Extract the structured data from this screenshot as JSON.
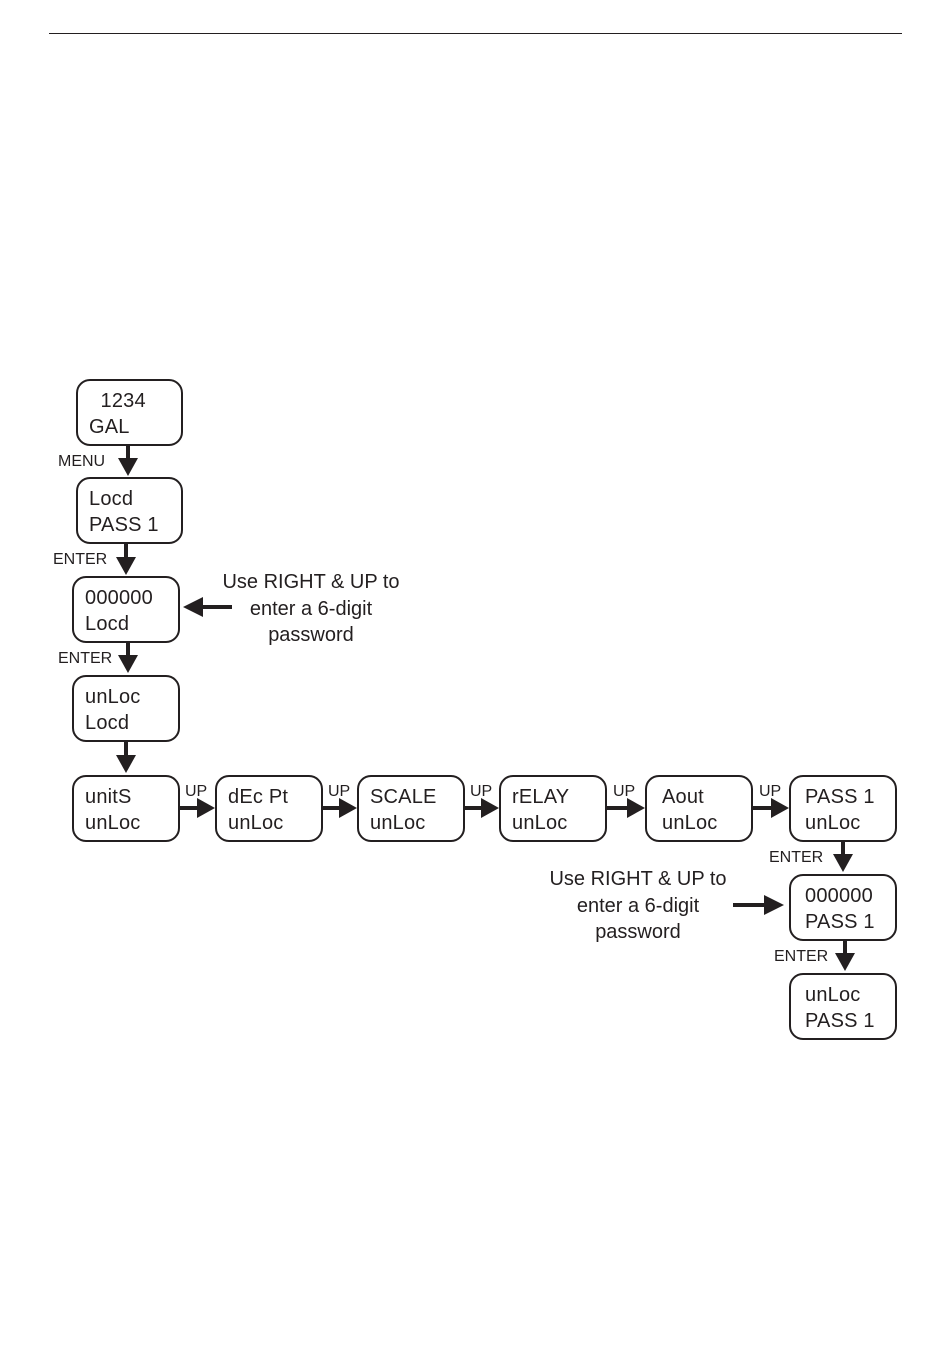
{
  "boxes": [
    {
      "id": "display-1234-gal",
      "line1": "  1234",
      "line2": "GAL"
    },
    {
      "id": "display-locd-pass1",
      "line1": "Locd",
      "line2": "PASS 1"
    },
    {
      "id": "display-000000-locd",
      "line1": "000000",
      "line2": "Locd"
    },
    {
      "id": "display-unloc-locd",
      "line1": "unLoc",
      "line2": "Locd"
    },
    {
      "id": "display-units-unloc",
      "line1": "unitS",
      "line2": "unLoc"
    },
    {
      "id": "display-decpt-unloc",
      "line1": "dEc Pt",
      "line2": "unLoc"
    },
    {
      "id": "display-scale-unloc",
      "line1": "SCALE",
      "line2": "unLoc"
    },
    {
      "id": "display-relay-unloc",
      "line1": "rELAY",
      "line2": "unLoc"
    },
    {
      "id": "display-aout-unloc",
      "line1": "Aout",
      "line2": "unLoc"
    },
    {
      "id": "display-pass1-unloc",
      "line1": "PASS 1",
      "line2": "unLoc"
    },
    {
      "id": "display-000000-pass1",
      "line1": "000000",
      "line2": "PASS 1"
    },
    {
      "id": "display-unloc-pass1",
      "line1": "unLoc",
      "line2": "PASS 1"
    }
  ],
  "labels": {
    "menu": "MENU",
    "enter_1": "ENTER",
    "enter_2": "ENTER",
    "up_1": "UP",
    "up_2": "UP",
    "up_3": "UP",
    "up_4": "UP",
    "up_5": "UP",
    "enter_3": "ENTER",
    "enter_4": "ENTER"
  },
  "notes": [
    {
      "line1": "Use RIGHT & UP to",
      "line2": "enter a 6-digit",
      "line3": "password"
    },
    {
      "line1": "Use RIGHT & UP to",
      "line2": "enter a 6-digit",
      "line3": "password"
    }
  ]
}
